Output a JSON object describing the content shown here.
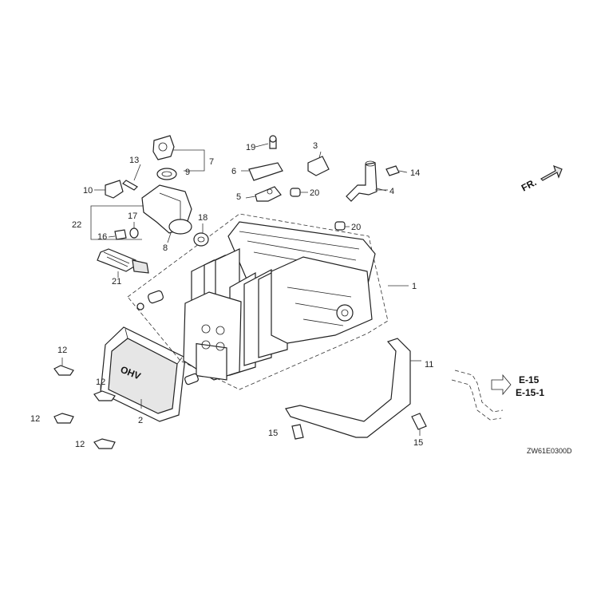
{
  "part_numbers": {
    "p1": "1",
    "p2": "2",
    "p3": "3",
    "p4": "4",
    "p5": "5",
    "p6": "6",
    "p7": "7",
    "p8": "8",
    "p9": "9",
    "p10": "10",
    "p11": "11",
    "p12a": "12",
    "p12b": "12",
    "p12c": "12",
    "p12d": "12",
    "p13": "13",
    "p14": "14",
    "p15a": "15",
    "p15b": "15",
    "p16": "16",
    "p17": "17",
    "p18": "18",
    "p19": "19",
    "p20a": "20",
    "p20b": "20",
    "p21": "21",
    "p22": "22"
  },
  "references": {
    "ref1": "E-15",
    "ref2": "E-15-1"
  },
  "direction": "FR.",
  "cover_mark": "OHV",
  "diagram_code": "ZW61E0300D"
}
